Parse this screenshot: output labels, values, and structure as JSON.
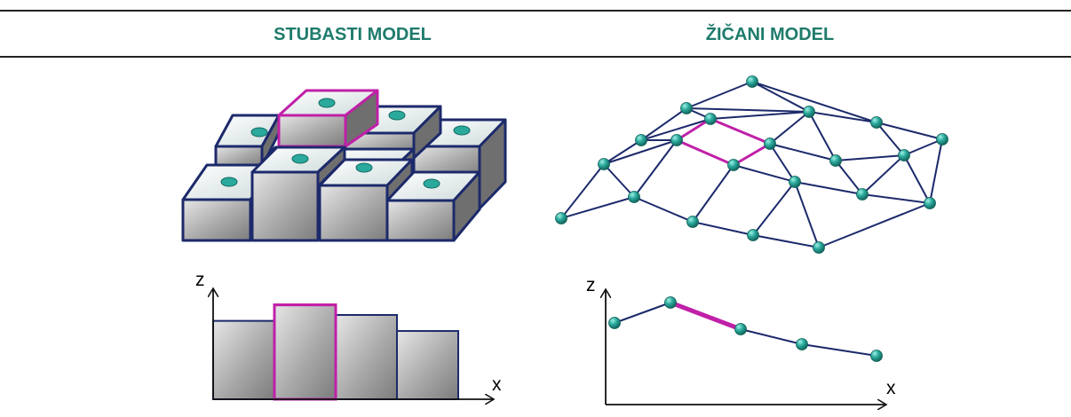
{
  "header": {
    "left_title": "STUBASTI MODEL",
    "right_title": "ŽIČANI MODEL"
  },
  "axes": {
    "vertical_label": "z",
    "horizontal_label": "x"
  },
  "colors": {
    "title": "#1e7b6b",
    "outline": "#1c2a6b",
    "highlight": "#c020a8",
    "node": "#2aa99c",
    "face_light": "#ffffff",
    "face_gray": "#a6a6a6"
  },
  "stepped_profile": {
    "columns": 4,
    "highlighted_column": 2,
    "relative_heights": [
      0.93,
      1.12,
      1.0,
      0.81
    ]
  },
  "wire_profile": {
    "points": 5,
    "highlighted_segment": [
      2,
      3
    ]
  },
  "wire_grid": {
    "rows": 4,
    "cols": 5
  }
}
